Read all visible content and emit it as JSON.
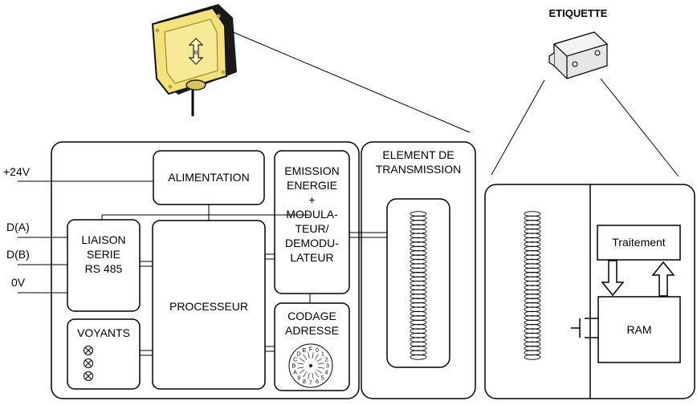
{
  "etiquette": {
    "title": "ETIQUETTE",
    "traitement": "Traitement",
    "ram": "RAM"
  },
  "reader": {
    "alimentation": "ALIMENTATION",
    "emission_lines": [
      "EMISSION",
      "ENERGIE",
      "+",
      "MODULA-",
      "TEUR/",
      "DEMODU-",
      "LATEUR"
    ],
    "liaison_lines": [
      "LIAISON",
      "SERIE",
      "RS 485"
    ],
    "processeur": "PROCESSEUR",
    "voyants": "VOYANTS",
    "codage_lines": [
      "CODAGE",
      "ADRESSE"
    ],
    "dial_digits": [
      "0",
      "1",
      "2",
      "3",
      "4",
      "5",
      "6",
      "7",
      "8",
      "9",
      "A",
      "B",
      "C",
      "D",
      "E",
      "F"
    ]
  },
  "transmission": {
    "lines": [
      "ELEMENT DE",
      "TRANSMISSION"
    ]
  },
  "signals": {
    "power": "+24V",
    "da": "D(A)",
    "db": "D(B)",
    "zero": "0V"
  },
  "colors": {
    "reader_body": "#f3e27a",
    "reader_face": "#f7ea96",
    "reader_edge": "#1a1a1a",
    "tag_body": "#e6e6e6",
    "stroke": "#000000"
  }
}
